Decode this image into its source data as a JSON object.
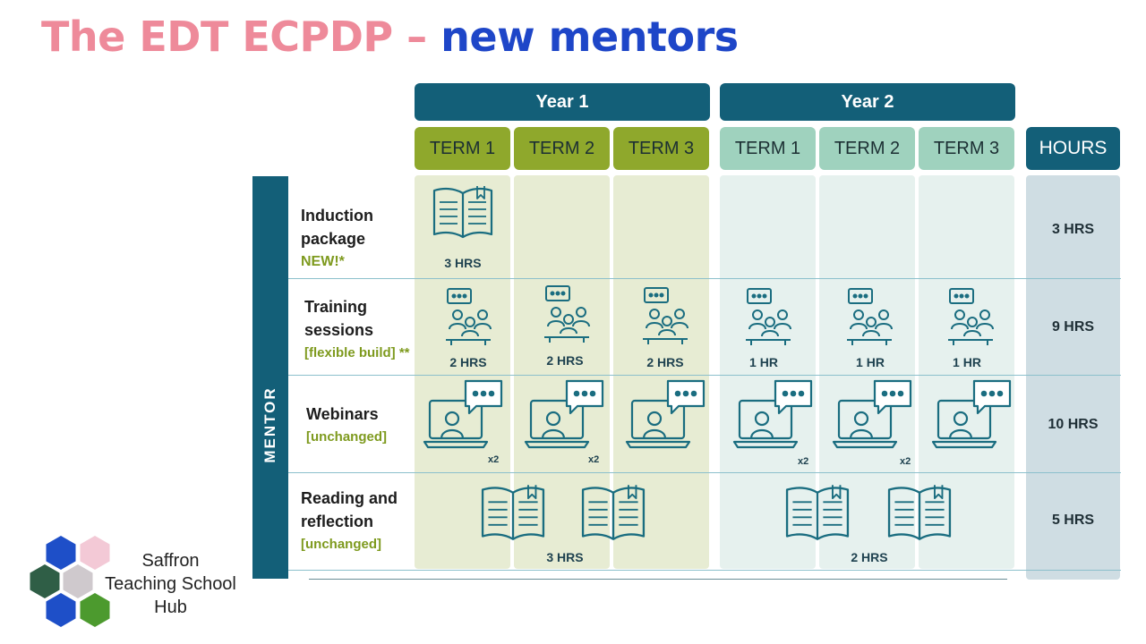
{
  "slide": {
    "title_part1": "The EDT ECPDP –",
    "title_part2": "new mentors"
  },
  "table": {
    "years": [
      "Year 1",
      "Year 2"
    ],
    "terms": [
      "TERM 1",
      "TERM 2",
      "TERM 3",
      "TERM 1",
      "TERM 2",
      "TERM 3"
    ],
    "hours_header": "HOURS",
    "side_label": "MENTOR",
    "rows": [
      {
        "title_line1": "Induction",
        "title_line2": "package",
        "note": "NEW!*",
        "total": "3 HRS",
        "cell_hours": [
          "3 HRS"
        ]
      },
      {
        "title_line1": "Training",
        "title_line2": "sessions",
        "note": "[flexible build] **",
        "total": "9 HRS",
        "cell_hours": [
          "2 HRS",
          "2 HRS",
          "2 HRS",
          "1 HR",
          "1 HR",
          "1 HR"
        ]
      },
      {
        "title_line1": "Webinars",
        "note": "[unchanged]",
        "total": "10 HRS",
        "multiplier": "x2"
      },
      {
        "title_line1": "Reading and",
        "title_line2": "reflection",
        "note": "[unchanged]",
        "total": "5 HRS",
        "cell_hours": [
          "3 HRS",
          "2 HRS"
        ]
      }
    ]
  },
  "logo": {
    "line1": "Saffron",
    "line2": "Teaching School",
    "line3": "Hub",
    "colors": [
      "#1e4fc8",
      "#f3c9d6",
      "#2f5e46",
      "#cfc9cd",
      "#1e4fc8",
      "#4c9a2e"
    ]
  },
  "icons": [
    "open-book-icon",
    "training-group-icon",
    "webinar-laptop-icon",
    "reading-books-icon"
  ]
}
